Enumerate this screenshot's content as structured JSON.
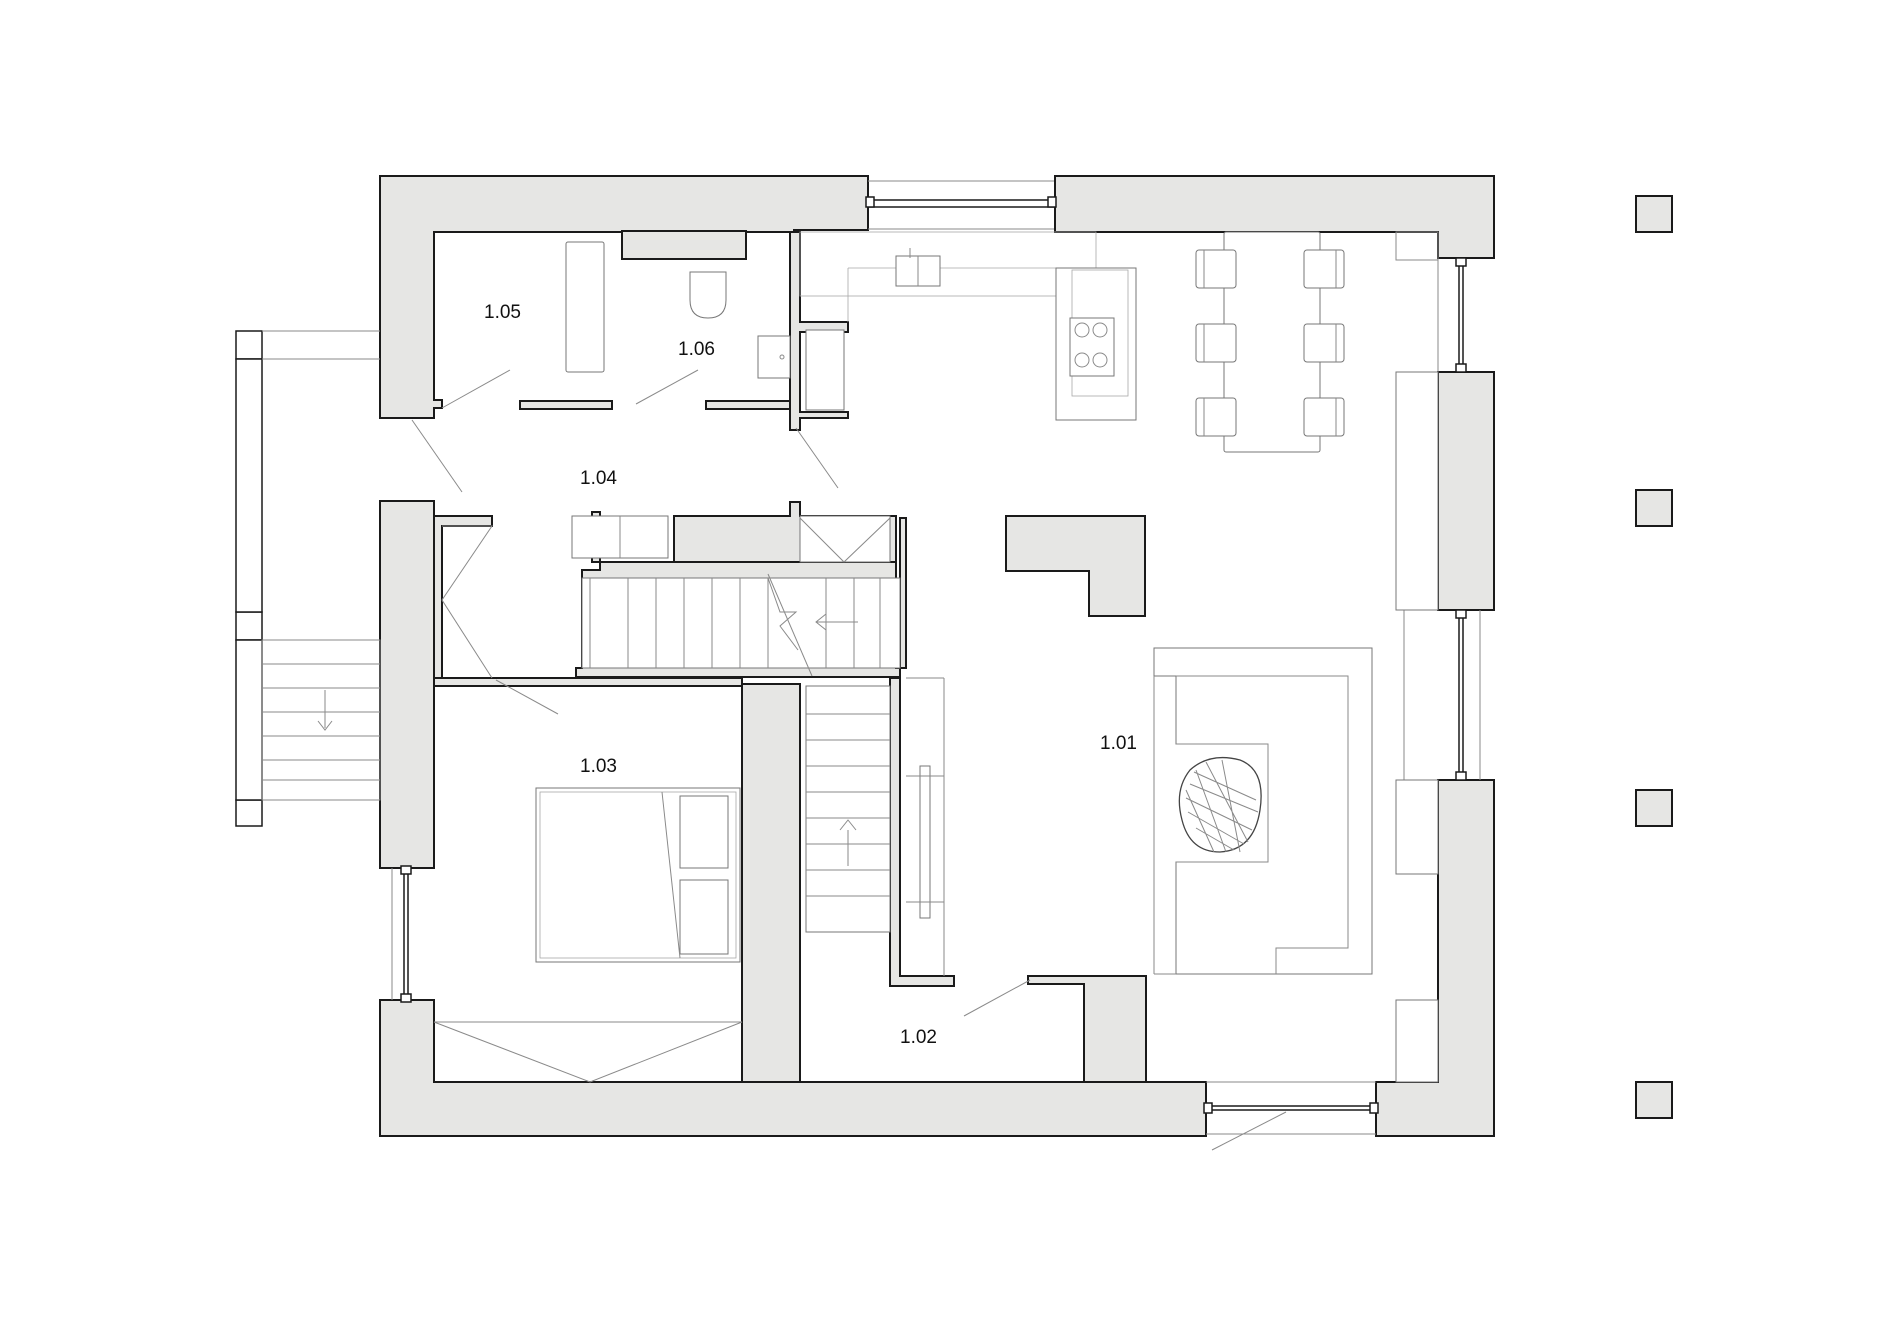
{
  "rooms": [
    {
      "id": "r101",
      "label": "1.01"
    },
    {
      "id": "r102",
      "label": "1.02"
    },
    {
      "id": "r103",
      "label": "1.03"
    },
    {
      "id": "r104",
      "label": "1.04"
    },
    {
      "id": "r105",
      "label": "1.05"
    },
    {
      "id": "r106",
      "label": "1.06"
    }
  ],
  "colors": {
    "wall_fill": "#e6e6e4",
    "wall_stroke": "#1a1a1a",
    "furniture_stroke": "#8a8a8a",
    "background": "#ffffff"
  }
}
